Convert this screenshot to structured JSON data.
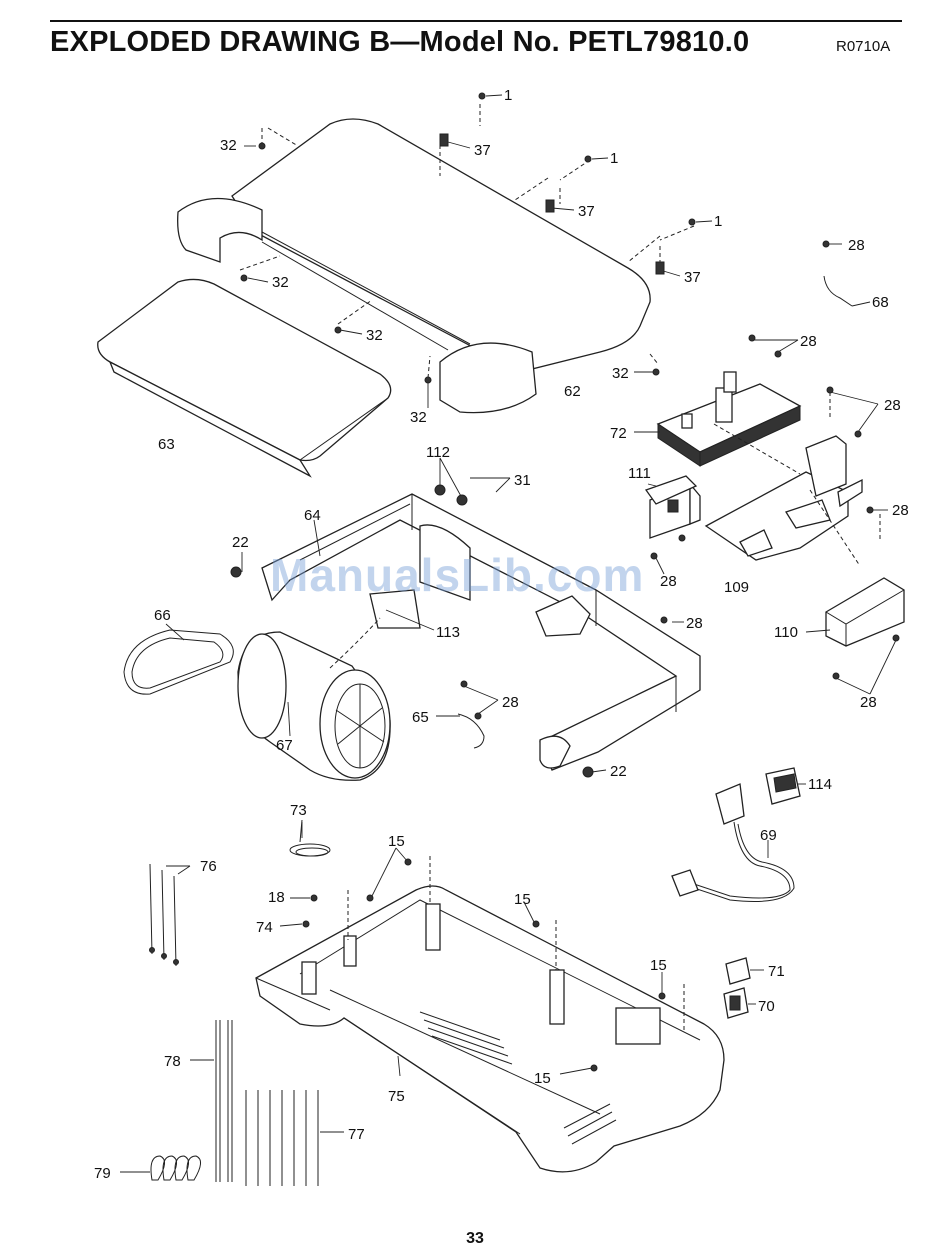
{
  "header": {
    "title": "EXPLODED DRAWING B—Model No. PETL79810.0",
    "code": "R0710A"
  },
  "footer": {
    "page_number": "33"
  },
  "watermark": "ManualsLib.com",
  "part_labels": {
    "p1a": "1",
    "p1b": "1",
    "p1c": "1",
    "p32a": "32",
    "p32b": "32",
    "p32c": "32",
    "p32d": "32",
    "p32e": "32",
    "p37a": "37",
    "p37b": "37",
    "p37c": "37",
    "p28a": "28",
    "p28b": "28",
    "p28c": "28",
    "p28d": "28",
    "p28e": "28",
    "p28f": "28",
    "p28g": "28",
    "p28h": "28",
    "p68": "68",
    "p62": "62",
    "p63": "63",
    "p72": "72",
    "p112": "112",
    "p31": "31",
    "p111": "111",
    "p64": "64",
    "p22a": "22",
    "p22b": "22",
    "p109": "109",
    "p66": "66",
    "p113": "113",
    "p110": "110",
    "p65": "65",
    "p67": "67",
    "p114": "114",
    "p73": "73",
    "p69": "69",
    "p15a": "15",
    "p15b": "15",
    "p15c": "15",
    "p15d": "15",
    "p76": "76",
    "p18": "18",
    "p74": "74",
    "p71": "71",
    "p70": "70",
    "p78": "78",
    "p75": "75",
    "p77": "77",
    "p79": "79"
  }
}
